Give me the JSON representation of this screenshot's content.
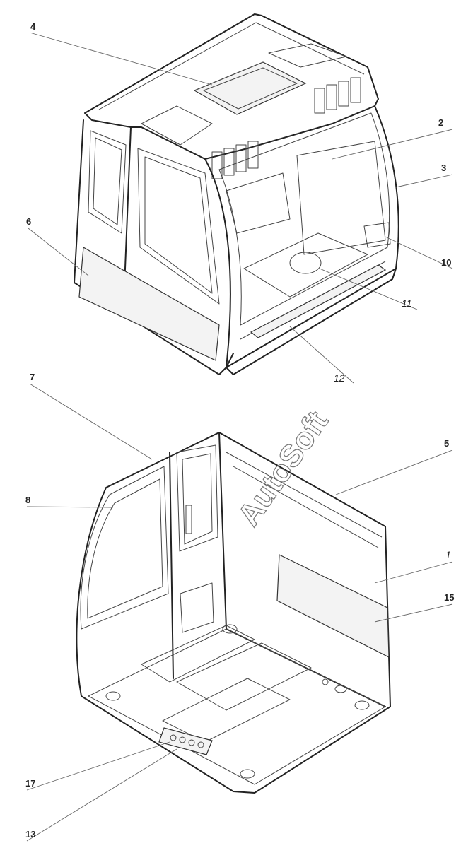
{
  "diagram": {
    "callouts": [
      {
        "id": "c4",
        "text": "4"
      },
      {
        "id": "c2",
        "text": "2"
      },
      {
        "id": "c3",
        "text": "3"
      },
      {
        "id": "c6",
        "text": "6"
      },
      {
        "id": "c10",
        "text": "10"
      },
      {
        "id": "c11",
        "text": "11"
      },
      {
        "id": "c12",
        "text": "12"
      },
      {
        "id": "c7",
        "text": "7"
      },
      {
        "id": "c5",
        "text": "5"
      },
      {
        "id": "c8",
        "text": "8"
      },
      {
        "id": "c1",
        "text": "1"
      },
      {
        "id": "c15",
        "text": "15"
      },
      {
        "id": "c17",
        "text": "17"
      },
      {
        "id": "c13",
        "text": "13"
      }
    ],
    "watermark": "AutoSoft"
  }
}
